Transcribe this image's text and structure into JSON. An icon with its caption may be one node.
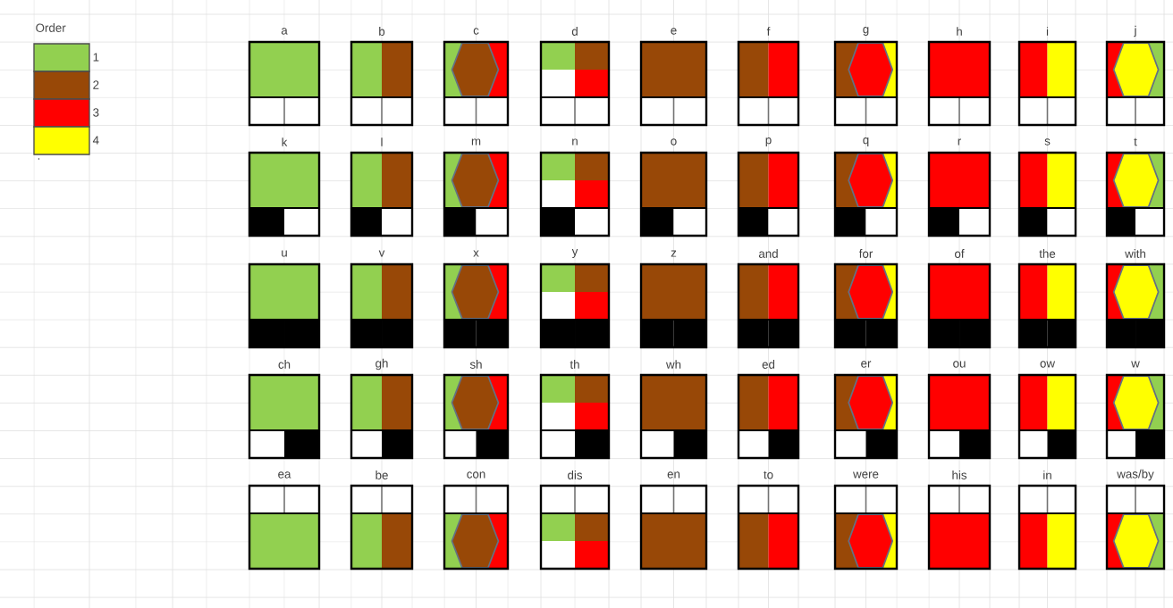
{
  "diagram": {
    "nodes": [
      {
        "text": [
          "a"
        ]
      },
      {
        "text": [
          "b"
        ]
      },
      {
        "text": [
          "c"
        ]
      },
      {
        "text": [
          "d"
        ]
      },
      {
        "text": [
          "e"
        ]
      },
      {
        "text": [
          "f"
        ]
      },
      {
        "text": [
          "g"
        ]
      },
      {
        "text": [
          "h"
        ]
      },
      {
        "text": [
          "i"
        ]
      },
      {
        "text": [
          "j"
        ]
      },
      {
        "text": [
          "k"
        ]
      },
      {
        "text": [
          "l"
        ]
      },
      {
        "text": [
          "m"
        ]
      },
      {
        "text": [
          "n"
        ]
      },
      {
        "text": [
          "o"
        ]
      },
      {
        "text": [
          "p"
        ]
      },
      {
        "text": [
          "q"
        ]
      },
      {
        "text": [
          "r"
        ]
      },
      {
        "text": [
          "s"
        ]
      },
      {
        "text": [
          "t"
        ]
      },
      {
        "text": [
          "u"
        ]
      },
      {
        "text": [
          "v"
        ]
      },
      {
        "text": [
          "x"
        ]
      },
      {
        "text": [
          "y"
        ]
      },
      {
        "text": [
          "z"
        ]
      },
      {
        "text": [
          "and"
        ]
      },
      {
        "text": [
          "for"
        ]
      },
      {
        "text": [
          "of"
        ]
      },
      {
        "text": [
          "the"
        ]
      },
      {
        "text": [
          "with"
        ]
      },
      {
        "text": [
          "ch"
        ]
      },
      {
        "text": [
          "gh"
        ]
      },
      {
        "text": [
          "sh"
        ]
      },
      {
        "text": [
          "th"
        ]
      },
      {
        "text": [
          "wh"
        ]
      },
      {
        "text": [
          "ed"
        ]
      },
      {
        "text": [
          "er"
        ]
      },
      {
        "text": [
          "ou"
        ]
      },
      {
        "text": [
          "ow"
        ]
      },
      {
        "text": [
          "w"
        ]
      },
      {
        "text": [
          "ea"
        ]
      },
      {
        "text": [
          "be"
        ]
      },
      {
        "text": [
          "con"
        ]
      },
      {
        "text": [
          "dis"
        ]
      },
      {
        "text": [
          "en"
        ]
      },
      {
        "text": [
          "to"
        ]
      },
      {
        "text": [
          "were"
        ]
      },
      {
        "text": [
          "his"
        ]
      },
      {
        "text": [
          "in"
        ]
      },
      {
        "text": [
          "was/by"
        ]
      }
    ],
    "edges": [],
    "labels": [
      "Order",
      "."
    ],
    "legend": [
      {
        "text": "1",
        "color": "#92d050"
      },
      {
        "text": "2",
        "color": "#984807"
      },
      {
        "text": "3",
        "color": "#ff0000"
      },
      {
        "text": "4",
        "color": "#ffff00"
      }
    ]
  }
}
